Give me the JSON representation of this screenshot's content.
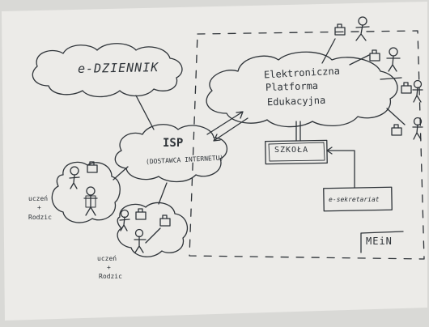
{
  "diagram": {
    "nodes": {
      "e_dziennik": "e-DZIENNIK",
      "epe": [
        "Elektroniczna",
        "Platforma",
        "Edukacyjna"
      ],
      "isp": "ISP",
      "isp_sub": "(DOSTAWCA INTERNETU)",
      "szkola": "SZKOŁA",
      "e_sekretariat": "e-sekretariat",
      "uczen_rodzic_1": [
        "uczeń",
        "+",
        "Rodzic"
      ],
      "uczen_rodzic_2": [
        "uczeń",
        "+",
        "Rodzic"
      ],
      "region": "MEiN"
    },
    "colors": {
      "paper": "#ecebe8",
      "ink": "#2e3338",
      "background": "#d9d9d6"
    }
  }
}
